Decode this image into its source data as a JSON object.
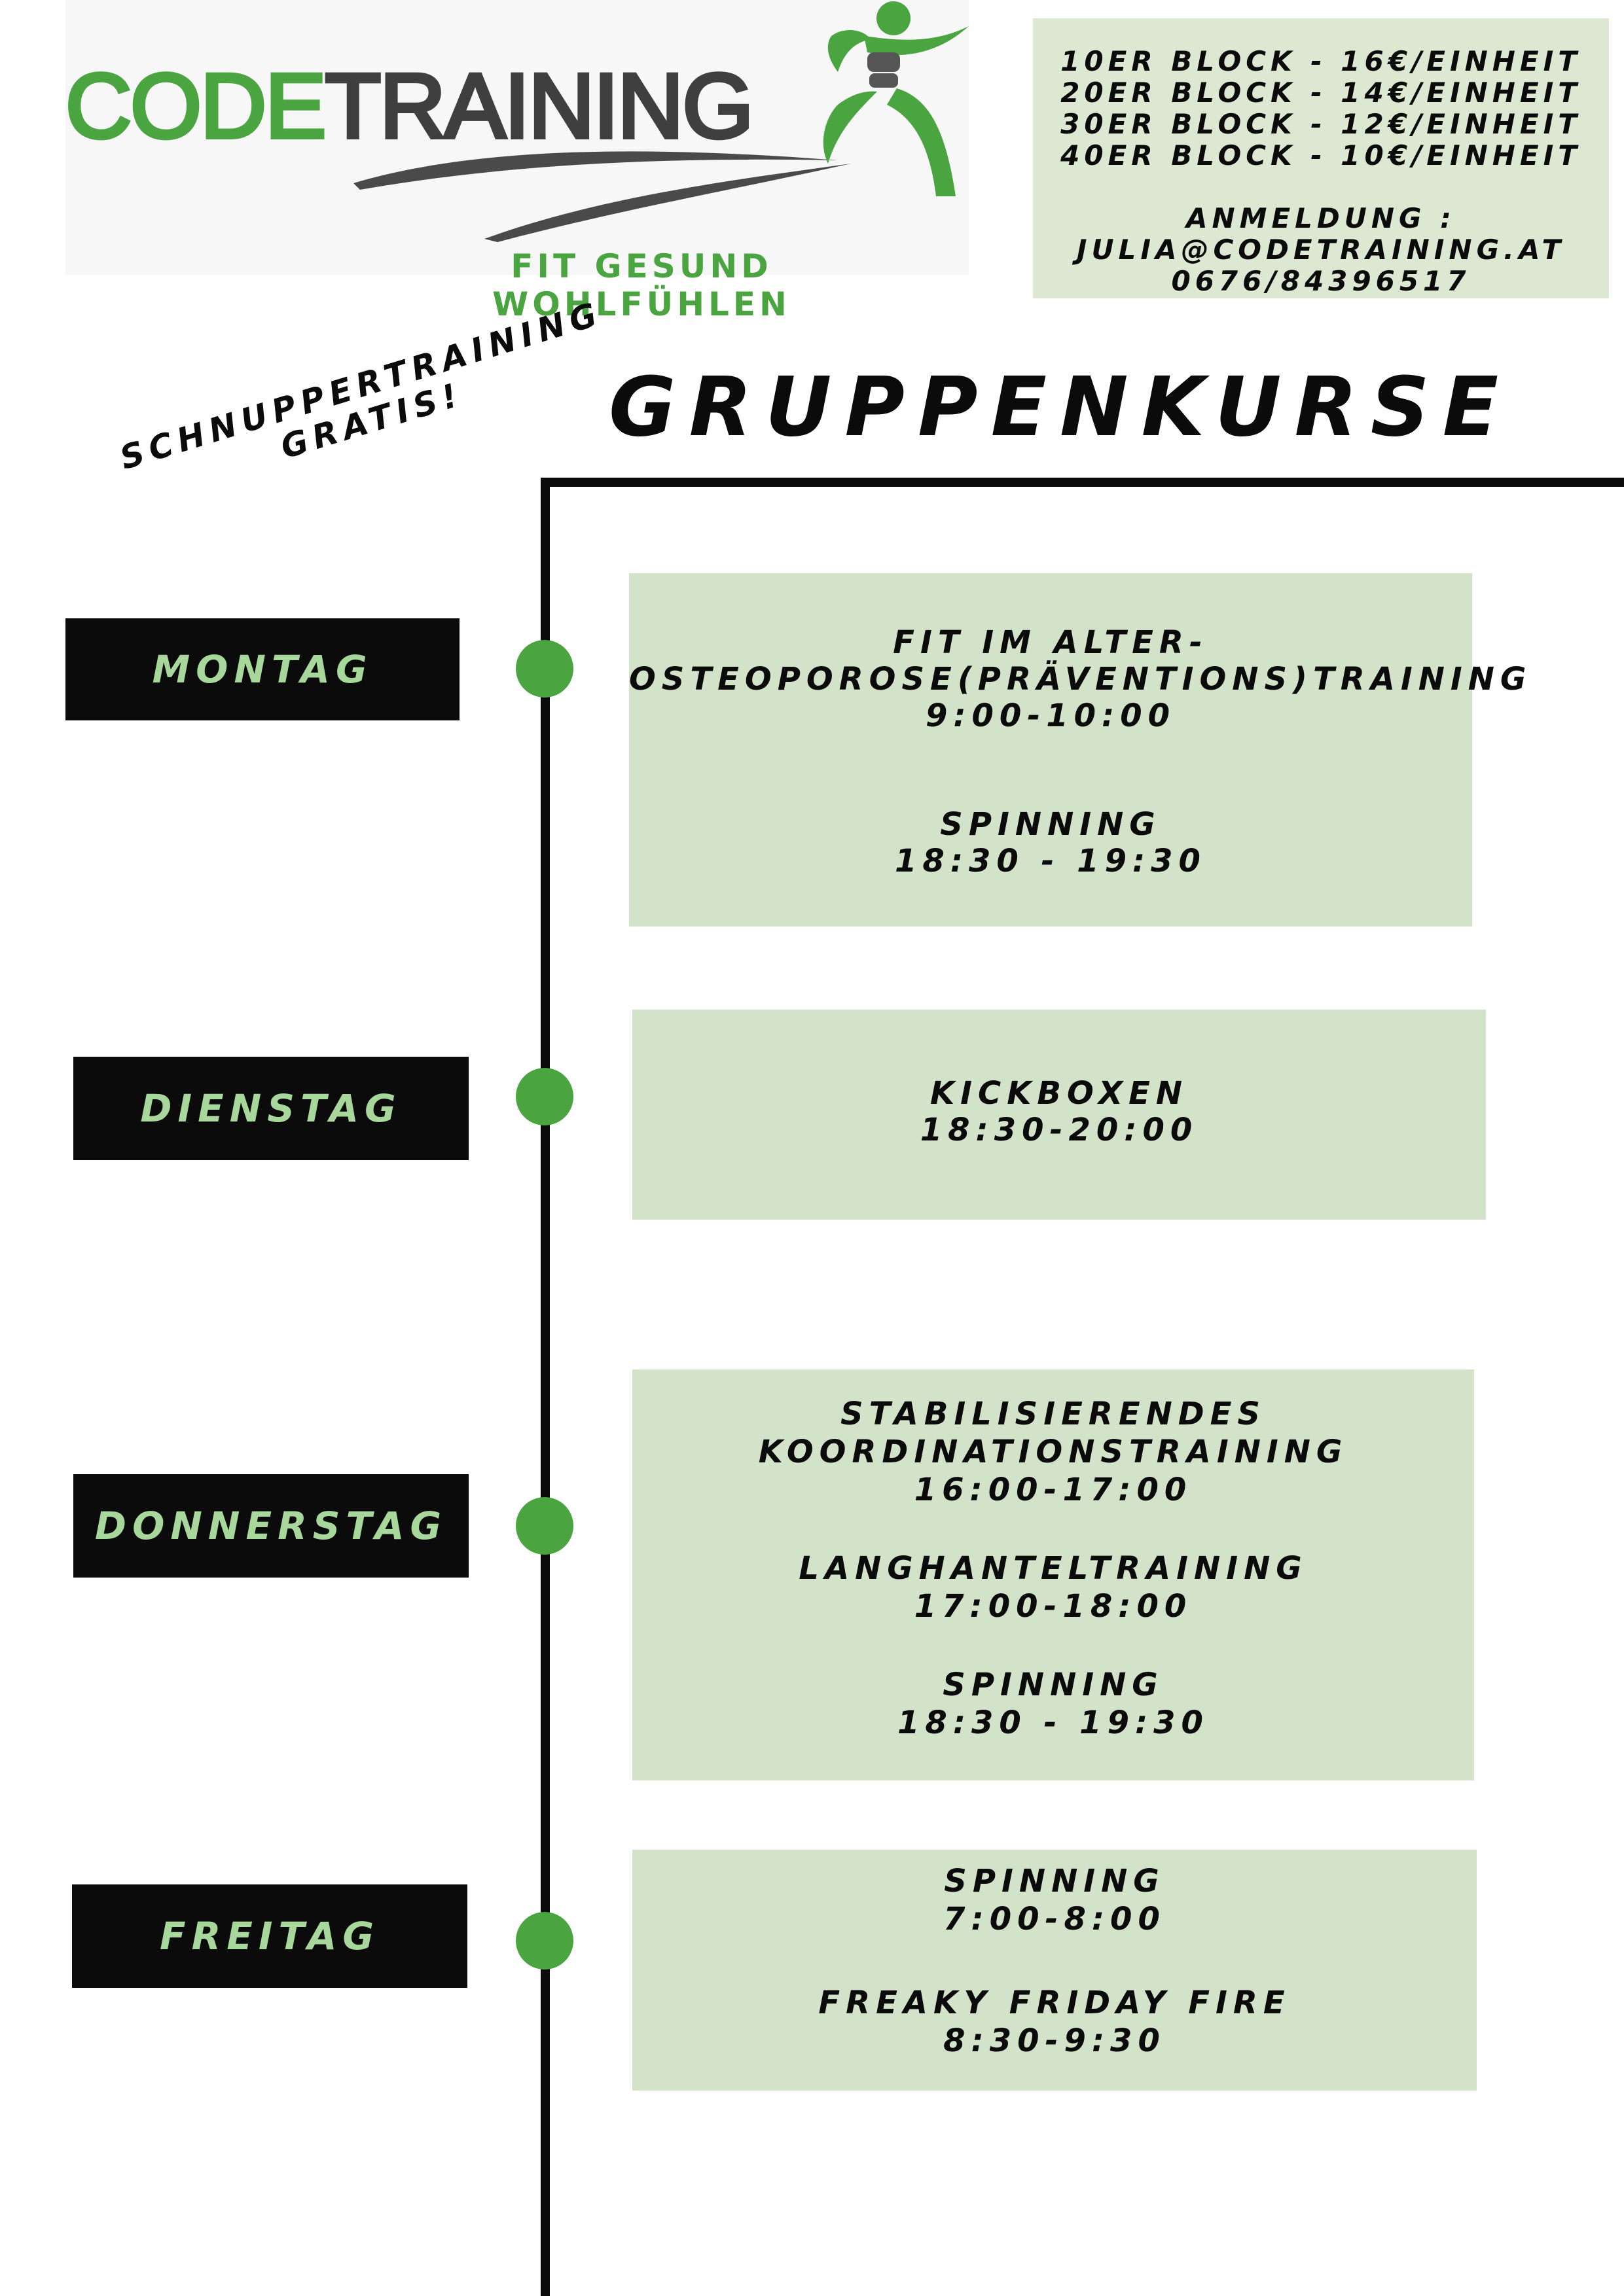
{
  "header": {
    "logo_text": "CODETRAINING",
    "tagline": "FIT GESUND WOHLFÜHLEN"
  },
  "pricing": {
    "lines": [
      "10ER BLOCK - 16€/EINHEIT",
      "20ER BLOCK - 14€/EINHEIT",
      "30ER BLOCK - 12€/EINHEIT",
      "40ER BLOCK - 10€/EINHEIT"
    ],
    "signup_label": "ANMELDUNG :",
    "email": "JULIA@CODETRAINING.AT",
    "phone": "0676/84396517"
  },
  "promo": {
    "line1": "SCHNUPPERTRAINING",
    "line2": "GRATIS!"
  },
  "title": "GRUPPENKURSE",
  "colors": {
    "accent_green": "#4aa541",
    "box_green": "#d3e3ca",
    "day_text": "#a8d79b",
    "black": "#0b0b0b"
  },
  "schedule": [
    {
      "day": "MONTAG",
      "lines": [
        "FIT IM ALTER-",
        "OSTEOPOROSE(PRÄVENTIONS)TRAINING",
        "9:00-10:00",
        "SPINNING",
        "18:30 - 19:30"
      ]
    },
    {
      "day": "DIENSTAG",
      "lines": [
        "KICKBOXEN",
        "18:30-20:00"
      ]
    },
    {
      "day": "DONNERSTAG",
      "lines": [
        "STABILISIERENDES",
        "KOORDINATIONSTRAINING",
        "16:00-17:00",
        "LANGHANTELTRAINING",
        "17:00-18:00",
        "SPINNING",
        "18:30 - 19:30"
      ]
    },
    {
      "day": "FREITAG",
      "lines": [
        "SPINNING",
        "7:00-8:00",
        "FREAKY FRIDAY FIRE",
        "8:30-9:30"
      ]
    }
  ]
}
